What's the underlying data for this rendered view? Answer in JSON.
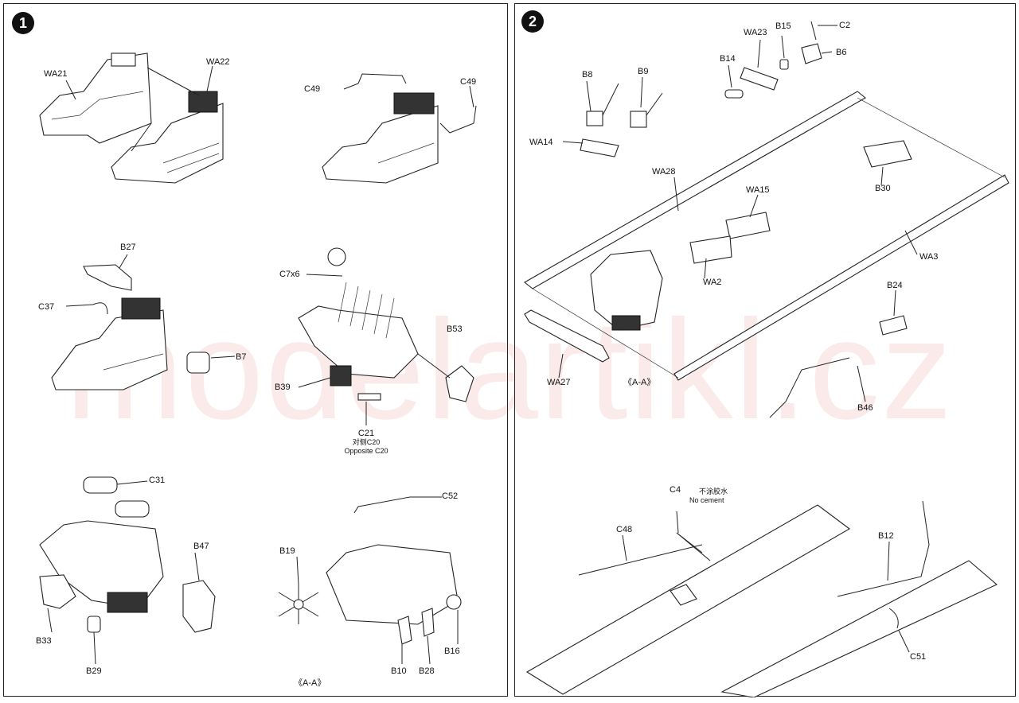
{
  "steps": [
    {
      "number": "1",
      "labels": {
        "wa21": "WA21",
        "wa22": "WA22",
        "c49a": "C49",
        "c49b": "C49",
        "b27": "B27",
        "c37": "C37",
        "b7": "B7",
        "c7x6": "C7x6",
        "b53": "B53",
        "b39": "B39",
        "c21": "C21",
        "c21_note_cn": "对侧C20",
        "c21_note_en": "Opposite C20",
        "c31": "C31",
        "b47": "B47",
        "b33": "B33",
        "b29": "B29",
        "c52": "C52",
        "b19": "B19",
        "b10": "B10",
        "b28": "B28",
        "b16": "B16",
        "view": "《A-A》"
      }
    },
    {
      "number": "2",
      "labels": {
        "c2": "C2",
        "b15": "B15",
        "wa23": "WA23",
        "b6": "B6",
        "b14": "B14",
        "b8": "B8",
        "b9": "B9",
        "wa14": "WA14",
        "wa28": "WA28",
        "wa15": "WA15",
        "b30": "B30",
        "wa3": "WA3",
        "wa2": "WA2",
        "b24": "B24",
        "wa27": "WA27",
        "view": "《A-A》",
        "b46": "B46",
        "c4": "C4",
        "no_cement_cn": "不涂胶水",
        "no_cement_en": "No cement",
        "c48": "C48",
        "b12": "B12",
        "c51": "C51"
      }
    }
  ],
  "watermark": "modelartikl.cz",
  "colors": {
    "watermark": "#d83a3a",
    "ink": "#111111"
  }
}
